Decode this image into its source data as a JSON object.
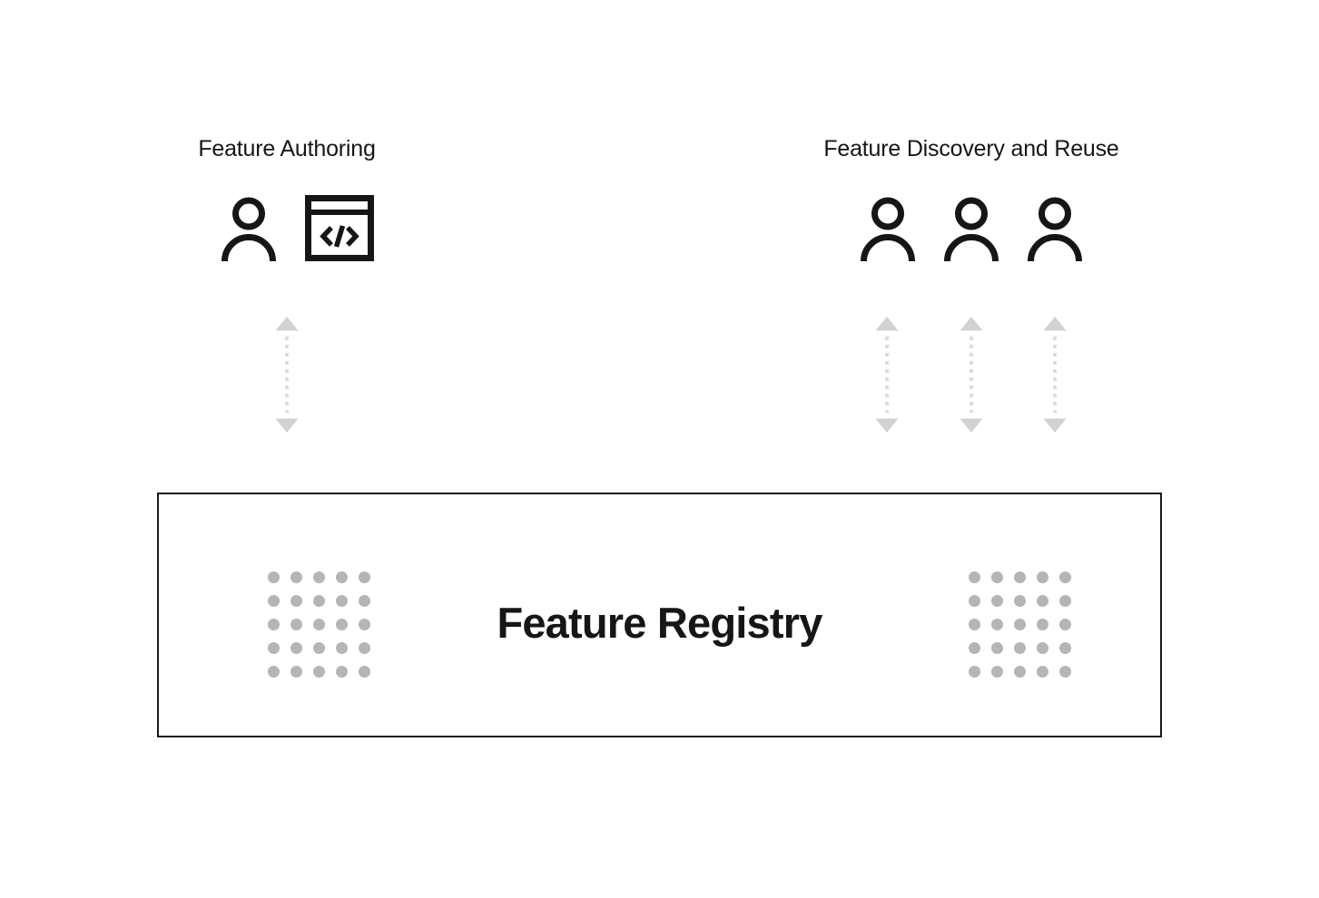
{
  "colors": {
    "background": "#ffffff",
    "ink": "#161616",
    "box_border": "#1a1a1a",
    "arrow_head": "#d2d2d2",
    "arrow_line": "#dcdcdc",
    "dot": "#b5b5b5"
  },
  "groups": {
    "authoring": {
      "label": "Feature Authoring",
      "icons": [
        "user-icon",
        "code-editor-icon"
      ]
    },
    "discovery": {
      "label": "Feature Discovery and Reuse",
      "icons": [
        "user-icon",
        "user-icon",
        "user-icon"
      ]
    }
  },
  "connectors": {
    "type": "bidirectional-dotted-arrow",
    "authoring_count": 1,
    "discovery_count": 3
  },
  "registry": {
    "title": "Feature Registry",
    "dot_grid": {
      "rows": 5,
      "cols": 5
    }
  }
}
